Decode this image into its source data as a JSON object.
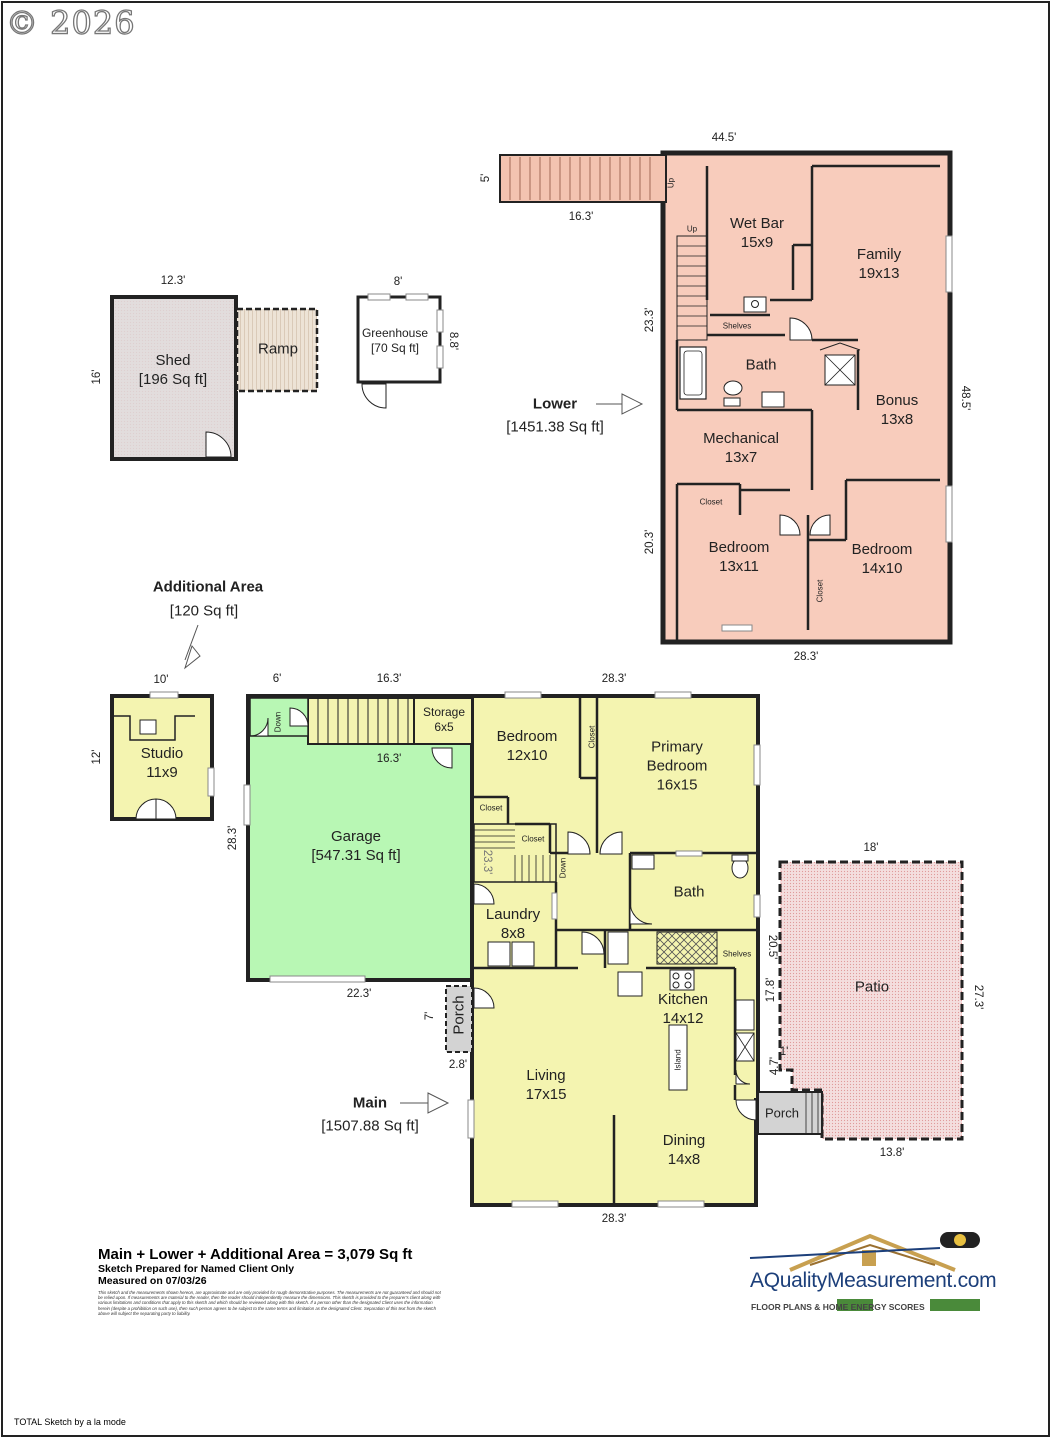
{
  "copyright": "© 2026",
  "lower": {
    "label": "Lower",
    "area": "[1451.38 Sq ft]",
    "dims": {
      "top": "44.5'",
      "stair_h": "5'",
      "stair_w": "16.3'",
      "left_upper": "23.3'",
      "left_lower": "20.3'",
      "right": "48.5'",
      "bottom": "28.3'"
    },
    "rooms": {
      "wetbar": {
        "name": "Wet Bar",
        "size": "15x9"
      },
      "family": {
        "name": "Family",
        "size": "19x13"
      },
      "bath": {
        "name": "Bath"
      },
      "bonus": {
        "name": "Bonus",
        "size": "13x8"
      },
      "mechanical": {
        "name": "Mechanical",
        "size": "13x7"
      },
      "bedroom1": {
        "name": "Bedroom",
        "size": "13x11"
      },
      "bedroom2": {
        "name": "Bedroom",
        "size": "14x10"
      }
    },
    "labels": {
      "up1": "Up",
      "up2": "Up",
      "shelves": "Shelves",
      "closet1": "Closet",
      "closet2": "Closet"
    }
  },
  "shed": {
    "name": "Shed",
    "area": "[196 Sq ft]",
    "ramp": "Ramp",
    "dim_top": "12.3'",
    "dim_left": "16'"
  },
  "greenhouse": {
    "name": "Greenhouse",
    "area": "[70 Sq ft]",
    "dim_top": "8'",
    "dim_right": "8.8'"
  },
  "additional": {
    "label": "Additional Area",
    "area": "[120 Sq ft]"
  },
  "studio": {
    "name": "Studio",
    "size": "11x9",
    "dim_top": "10'",
    "dim_left": "12'"
  },
  "main": {
    "label": "Main",
    "area": "[1507.88 Sq ft]",
    "dims": {
      "garage_top_left": "6'",
      "garage_top": "16.3'",
      "top_right": "28.3'",
      "stair": "16.3'",
      "garage_left": "28.3'",
      "garage_bottom": "22.3'",
      "porch_h": "7'",
      "porch_w": "2.8'",
      "right_a": "20.5'",
      "right_b": "17.8'",
      "right_c": "4.7'",
      "right_d": "1'",
      "bottom": "28.3'",
      "stair_vert": "23.3'"
    },
    "rooms": {
      "garage": {
        "name": "Garage",
        "area": "[547.31 Sq ft]"
      },
      "storage": {
        "name": "Storage",
        "size": "6x5"
      },
      "bedroom": {
        "name": "Bedroom",
        "size": "12x10"
      },
      "primary": {
        "name": "Primary",
        "name2": "Bedroom",
        "size": "16x15"
      },
      "bath": {
        "name": "Bath"
      },
      "laundry": {
        "name": "Laundry",
        "size": "8x8"
      },
      "kitchen": {
        "name": "Kitchen",
        "size": "14x12"
      },
      "living": {
        "name": "Living",
        "size": "17x15"
      },
      "dining": {
        "name": "Dining",
        "size": "14x8"
      },
      "porch1": {
        "name": "Porch"
      },
      "porch2": {
        "name": "Porch"
      }
    },
    "labels": {
      "down1": "Down",
      "down2": "Down",
      "closet1": "Closet",
      "closet2": "Closet",
      "closet3": "Closet",
      "shelves": "Shelves",
      "island": "Island"
    }
  },
  "patio": {
    "name": "Patio",
    "dim_top": "18'",
    "dim_right": "27.3'",
    "dim_bottom": "13.8'"
  },
  "summary": {
    "title": "Main + Lower + Additional Area = 3,079 Sq ft",
    "line1": "Sketch Prepared for Named Client Only",
    "line2": "Measured on 07/03/26",
    "disclaimer": "This sketch and the measurements shown hereon, are approximate and are only provided for rough demonstrative purposes. The measurements are not guaranteed and should not be relied upon. If measurements are material to the reader, then the reader should independently measure the dimensions. This sketch is provided to the preparer's client along with various limitations and conditions that apply to this sketch and which should be reviewed along with this sketch. If a person other than the designated Client uses the information herein (despite a prohibition on such use), then such person agrees to be subject to the same terms and limitation as the designated Client. Separation of this text from the sketch above will subject the separating party to liability."
  },
  "logo": {
    "name": "AQualityMeasurement.com",
    "tagline": "FLOOR PLANS & HOME ENERGY SCORES"
  },
  "credit": "TOTAL Sketch by a la mode",
  "colors": {
    "lower": "#f8ccbc",
    "main": "#f4f4b0",
    "garage": "#b8f7b4",
    "patio": "#f2d6d6",
    "porch": "#d3d3d3",
    "ramp": "#e8dcd0",
    "stairs": "#f3c3b0",
    "logo_blue": "#1c3f7a",
    "logo_gold": "#c8a050",
    "logo_green": "#4a8a3a"
  }
}
